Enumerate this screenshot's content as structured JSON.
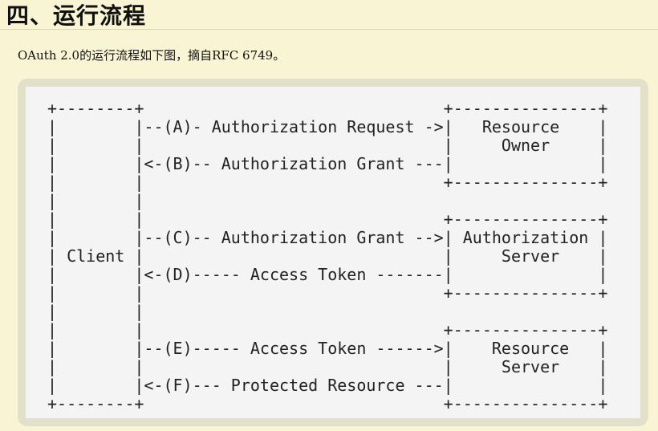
{
  "heading": "四、运行流程",
  "intro_text": "OAuth 2.0的运行流程如下图，摘自RFC 6749。",
  "diagram_lines": [
    "+--------+                               +---------------+",
    "|        |--(A)- Authorization Request ->|   Resource    |",
    "|        |                               |     Owner     |",
    "|        |<-(B)-- Authorization Grant ---|               |",
    "|        |                               +---------------+",
    "|        |",
    "|        |                               +---------------+",
    "|        |--(C)-- Authorization Grant -->| Authorization |",
    "| Client |                               |     Server    |",
    "|        |<-(D)----- Access Token -------|               |",
    "|        |                               +---------------+",
    "|        |",
    "|        |                               +---------------+",
    "|        |--(E)----- Access Token ------>|    Resource   |",
    "|        |                               |     Server    |",
    "|        |<-(F)--- Protected Resource ---|               |",
    "+--------+                               +---------------+"
  ]
}
